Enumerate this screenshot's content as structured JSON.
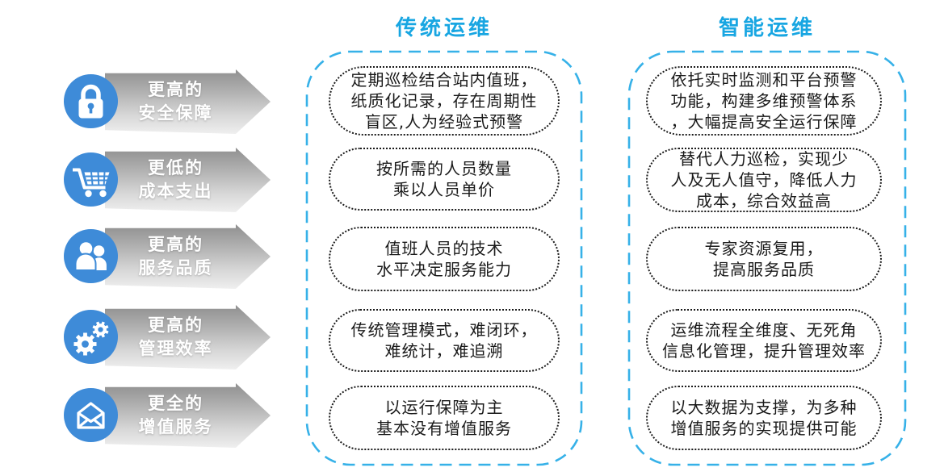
{
  "benefits": [
    {
      "icon": "lock-icon",
      "label": "更高的\n安全保障"
    },
    {
      "icon": "cart-icon",
      "label": "更低的\n成本支出"
    },
    {
      "icon": "people-icon",
      "label": "更高的\n服务品质"
    },
    {
      "icon": "gears-icon",
      "label": "更高的\n管理效率"
    },
    {
      "icon": "envelope-icon",
      "label": "更全的\n增值服务"
    }
  ],
  "traditional": {
    "title": "传统运维",
    "items": [
      "定期巡检结合站内值班，\n纸质化记录，存在周期性\n盲区,人为经验式预警",
      "按所需的人员数量\n乘以人员单价",
      "值班人员的技术\n水平决定服务能力",
      "传统管理模式，难闭环，\n难统计，难追溯",
      "以运行保障为主\n基本没有增值服务"
    ]
  },
  "intelligent": {
    "title": "智能运维",
    "items": [
      "依托实时监测和平台预警\n功能，构建多维预警体系\n，大幅提高安全运行保障",
      "替代人力巡检，实现少\n人及无人值守，降低人力\n成本，综合效益高",
      "专家资源复用，\n提高服务品质",
      "运维流程全维度、无死角\n信息化管理，提升管理效率",
      "以大数据为支撑，为多种\n增值服务的实现提供可能"
    ]
  },
  "colors": {
    "icon_blue": "#3e8bd8",
    "accent_blue": "#18a6e2",
    "frame_dash_blue": "#36b1e8",
    "dotted_border": "#1a1a1a",
    "arrow_gray_top": "#8f8f8f",
    "arrow_gray_bottom": "#efefef"
  }
}
